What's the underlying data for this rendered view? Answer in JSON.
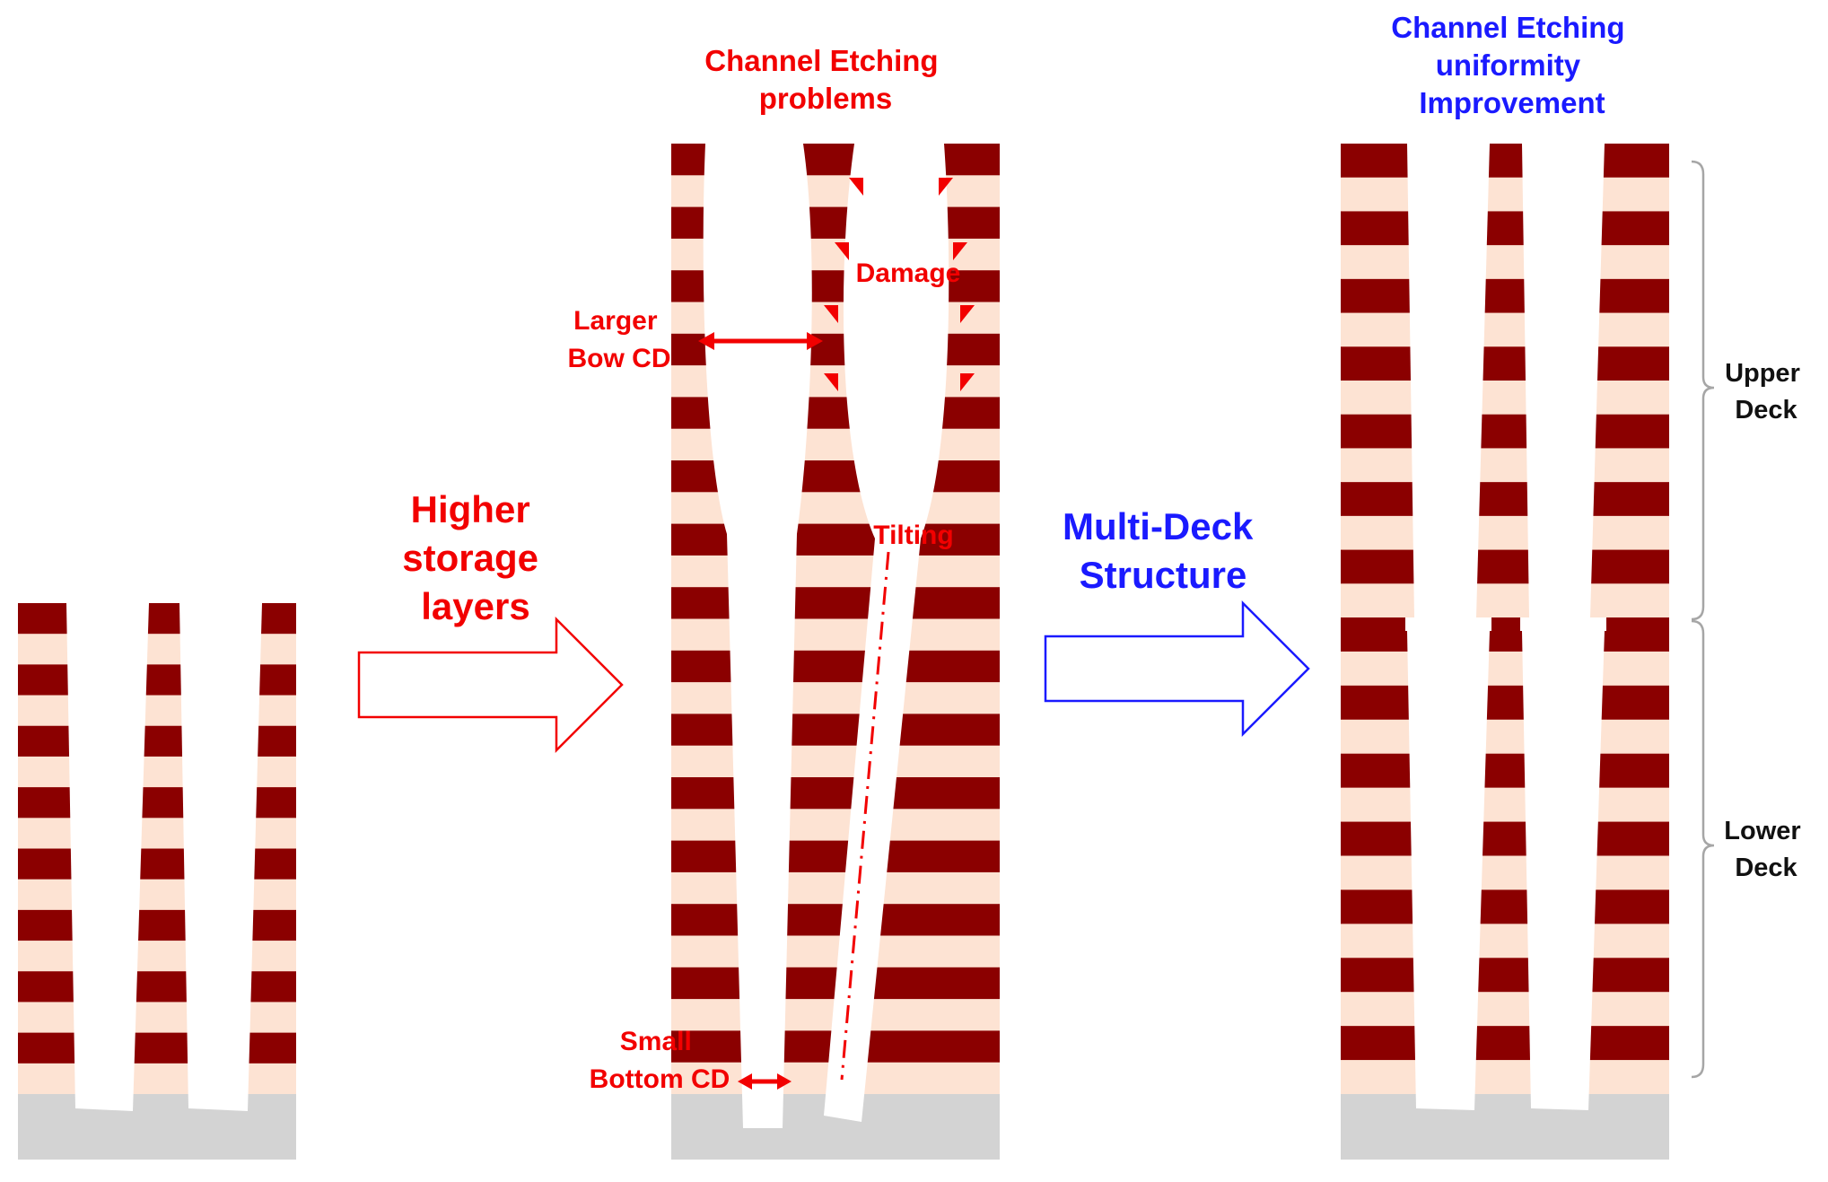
{
  "colors": {
    "dark_layer": "#8b0000",
    "light_layer": "#fde3d3",
    "substrate": "#d3d3d3",
    "problem": "#f20000",
    "solution": "#1a1aff",
    "bracket": "#a6a6a6"
  },
  "labels": {
    "problems_title": [
      "Channel Etching",
      "problems"
    ],
    "improvement_title": [
      "Channel Etching",
      "uniformity",
      "Improvement"
    ],
    "higher_layers": [
      "Higher",
      "storage",
      "layers"
    ],
    "multi_deck": [
      "Multi-Deck",
      "Structure"
    ],
    "damage": "Damage",
    "larger_bow_cd": [
      "Larger",
      "Bow CD"
    ],
    "tilting": "Tilting",
    "small_bottom_cd": [
      "Small",
      "Bottom CD"
    ],
    "upper_deck": [
      "Upper",
      "Deck"
    ],
    "lower_deck": [
      "Lower",
      "Deck"
    ]
  },
  "stacks": {
    "left_layer_pairs": 8,
    "middle_layer_pairs": 15,
    "right_upper_layer_pairs": 7,
    "right_lower_layer_pairs": 7
  }
}
